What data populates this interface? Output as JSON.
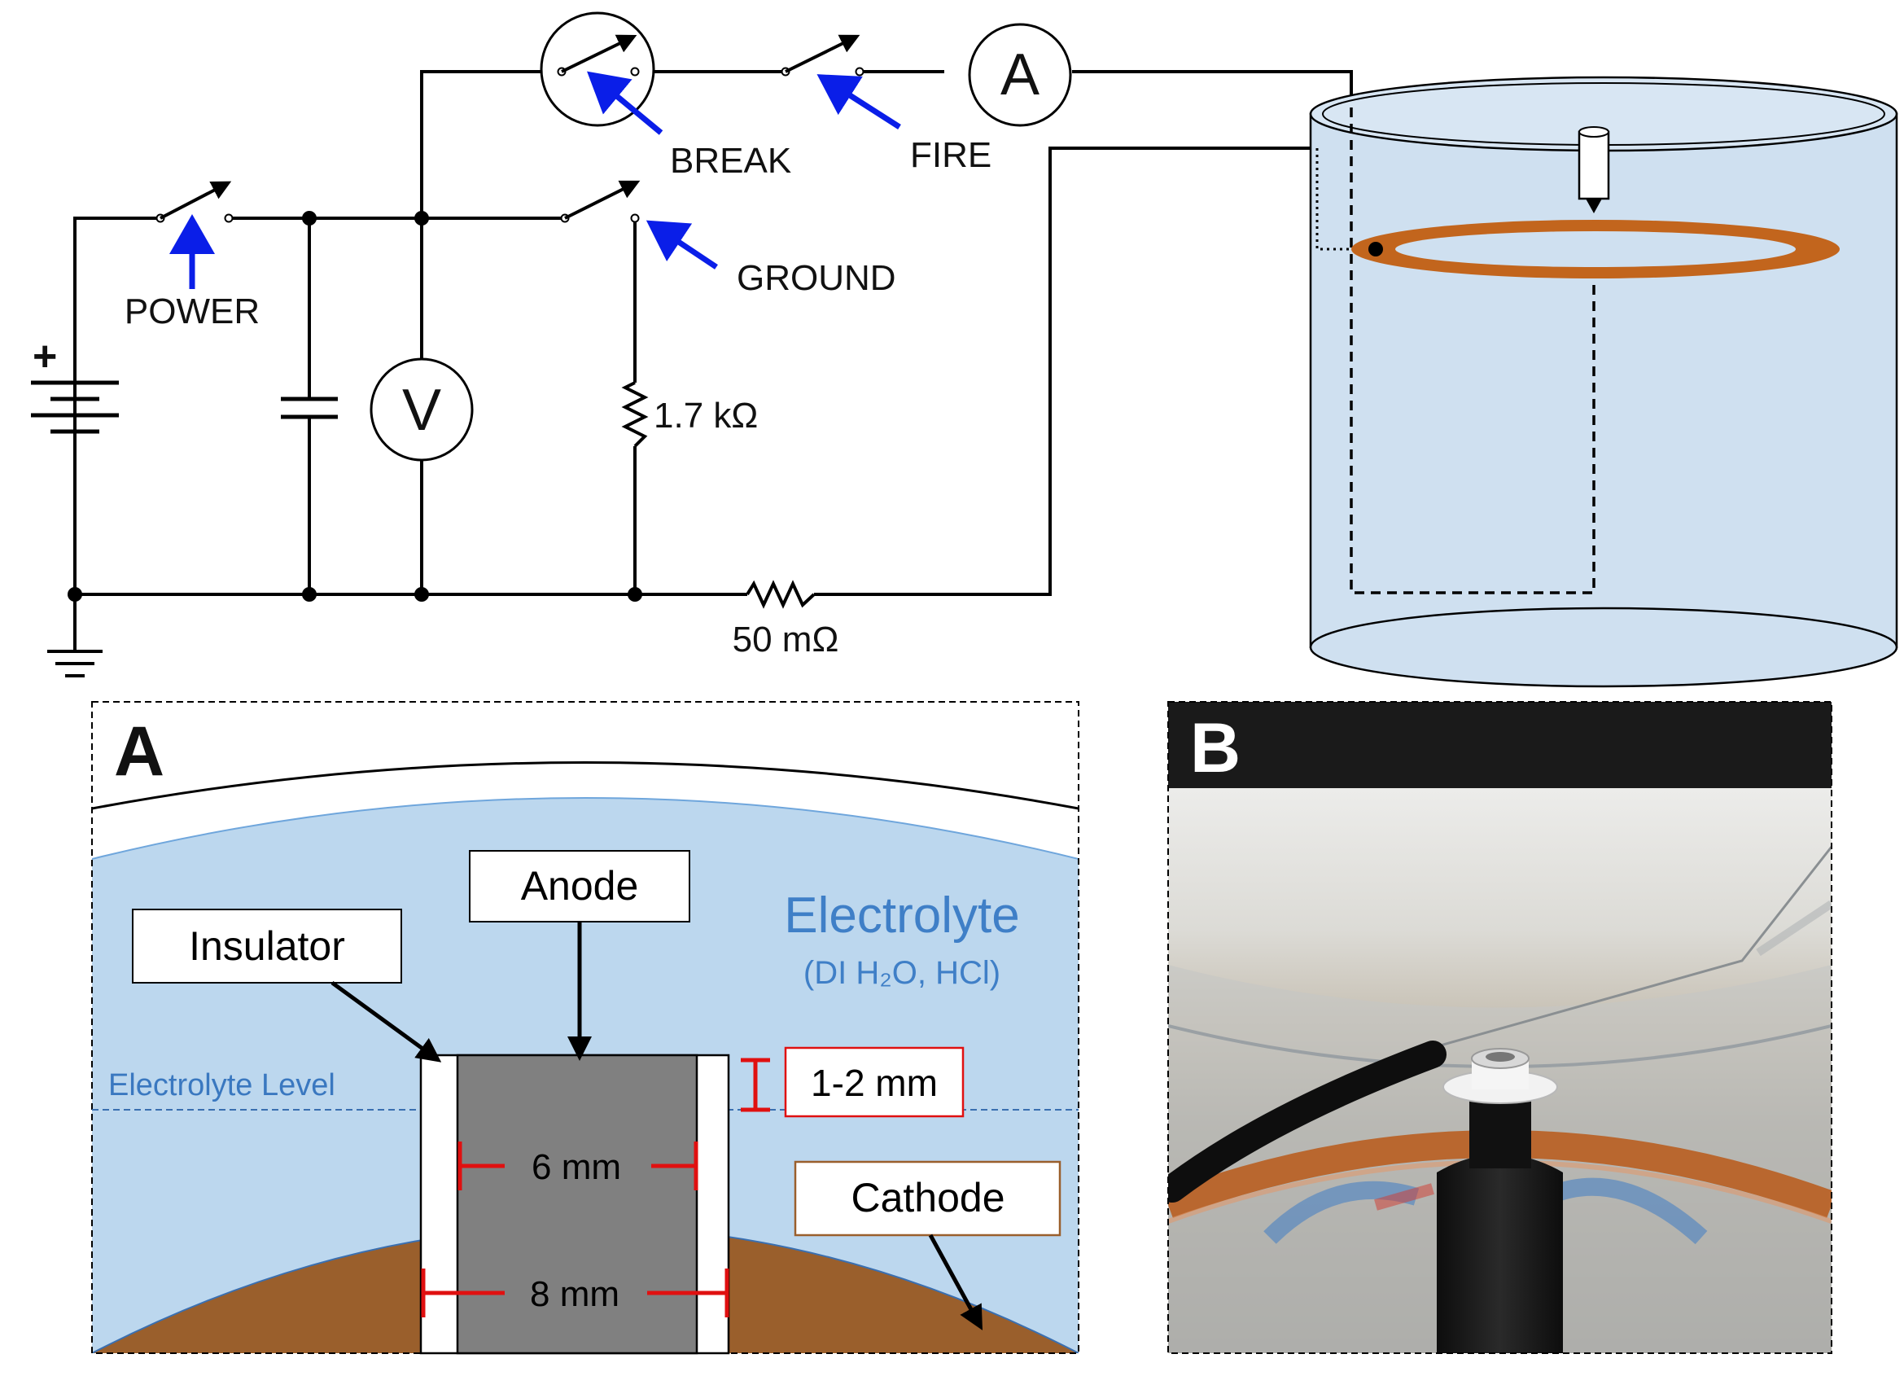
{
  "circuit": {
    "switches": {
      "power": "POWER",
      "break": "BREAK",
      "fire": "FIRE",
      "ground": "GROUND"
    },
    "meters": {
      "ammeter": "A",
      "voltmeter": "V"
    },
    "resistors": {
      "ground_resistor": "1.7 kΩ",
      "shunt_resistor": "50 mΩ"
    },
    "battery_polarity": "+"
  },
  "panel_a": {
    "letter": "A",
    "labels": {
      "anode": "Anode",
      "insulator": "Insulator",
      "cathode": "Cathode",
      "electrolyte": "Electrolyte",
      "electrolyte_composition": "(DI H₂O, HCl)",
      "electrolyte_level": "Electrolyte Level"
    },
    "dimensions": {
      "height_above_level": "1-2 mm",
      "anode_width": "6 mm",
      "insulator_width": "8 mm"
    }
  },
  "panel_b": {
    "letter": "B"
  },
  "colors": {
    "switch_arrows": "#0a1ee8",
    "electrolyte": "#bcd7ee",
    "cathode": "#9a5f2c",
    "anode": "#808080",
    "dimension_marks": "#e01010",
    "ring_cathode": "#c2651d"
  }
}
